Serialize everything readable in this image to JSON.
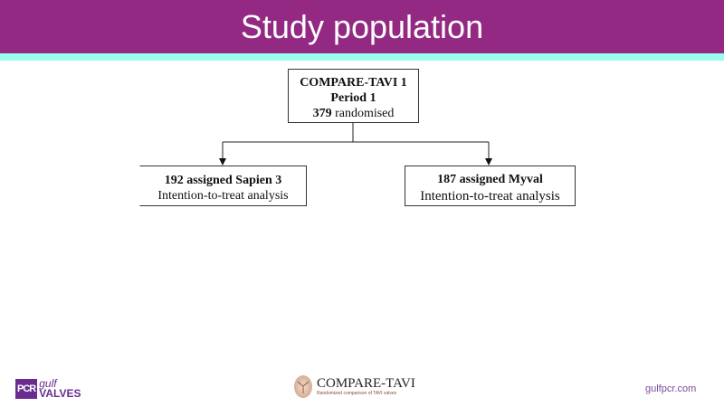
{
  "header": {
    "title": "Study population"
  },
  "flow": {
    "top": {
      "line1": "COMPARE-TAVI 1",
      "line2": "Period 1",
      "count": "379",
      "count_label": " randomised"
    },
    "left": {
      "line1": "192 assigned Sapien 3",
      "line2": "Intention-to-treat analysis"
    },
    "right": {
      "line1": "187 assigned Myval",
      "line2": "Intention-to-treat analysis"
    }
  },
  "footer": {
    "logo_left": {
      "pcr": "PCR",
      "gulf": "gulf",
      "valves": "VALVES"
    },
    "logo_center": {
      "name": "COMPARE-TAVI",
      "tagline": "Randomized comparison of TAVI valves"
    },
    "site": "gulfpcr.com"
  },
  "colors": {
    "header": "#932983",
    "band": "#99fcef",
    "accent": "#6a2c8e"
  }
}
